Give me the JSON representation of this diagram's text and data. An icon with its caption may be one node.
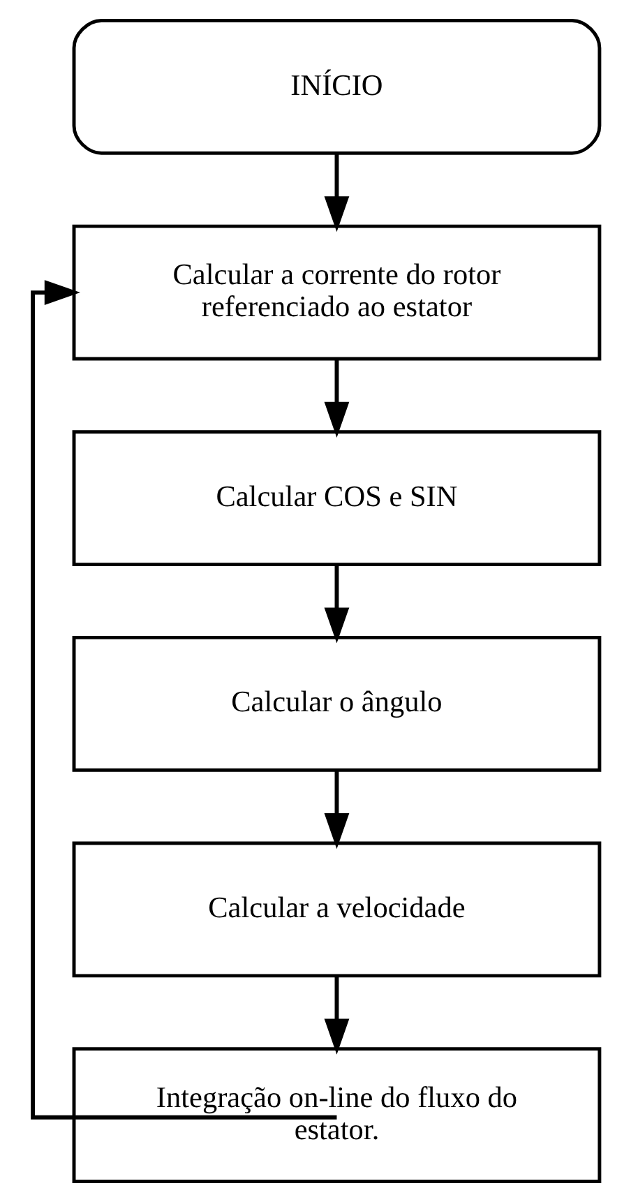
{
  "diagram": {
    "nodes": [
      {
        "text": [
          "INÍCIO"
        ]
      },
      {
        "text": [
          "Calcular a corrente do rotor referenciado ao estator"
        ]
      },
      {
        "text": [
          "Calcular COS e SIN"
        ]
      },
      {
        "text": [
          "Calcular o ângulo"
        ]
      },
      {
        "text": [
          "Calcular a velocidade"
        ]
      },
      {
        "text": [
          "Integração on-line do fluxo do estator."
        ]
      }
    ],
    "edges": [
      {
        "from": 0,
        "to": 1,
        "arrow": "to"
      },
      {
        "from": 1,
        "to": 2,
        "arrow": "to"
      },
      {
        "from": 2,
        "to": 3,
        "arrow": "to"
      },
      {
        "from": 3,
        "to": 4,
        "arrow": "to"
      },
      {
        "from": 4,
        "to": 5,
        "arrow": "to"
      },
      {
        "from": 5,
        "to": 1,
        "arrow": "to"
      }
    ]
  }
}
